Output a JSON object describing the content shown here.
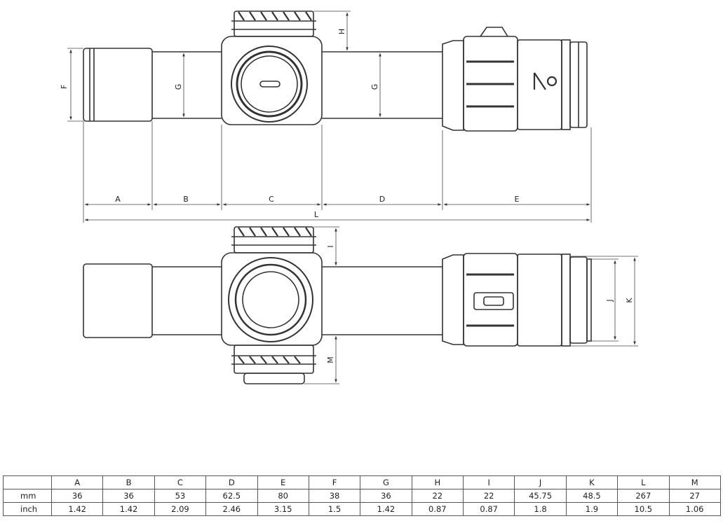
{
  "labels": {
    "A": "A",
    "B": "B",
    "C": "C",
    "D": "D",
    "E": "E",
    "F": "F",
    "G": "G",
    "H": "H",
    "I": "I",
    "J": "J",
    "K": "K",
    "L": "L",
    "M": "M"
  },
  "table": {
    "columns": [
      "",
      "A",
      "B",
      "C",
      "D",
      "E",
      "F",
      "G",
      "H",
      "I",
      "J",
      "K",
      "L",
      "M"
    ],
    "rows": [
      {
        "unit": "mm",
        "values": [
          "36",
          "36",
          "53",
          "62.5",
          "80",
          "38",
          "36",
          "22",
          "22",
          "45.75",
          "48.5",
          "267",
          "27"
        ]
      },
      {
        "unit": "inch",
        "values": [
          "1.42",
          "1.42",
          "2.09",
          "2.46",
          "3.15",
          "1.5",
          "1.42",
          "0.87",
          "0.87",
          "1.8",
          "1.9",
          "10.5",
          "1.06"
        ]
      }
    ]
  }
}
